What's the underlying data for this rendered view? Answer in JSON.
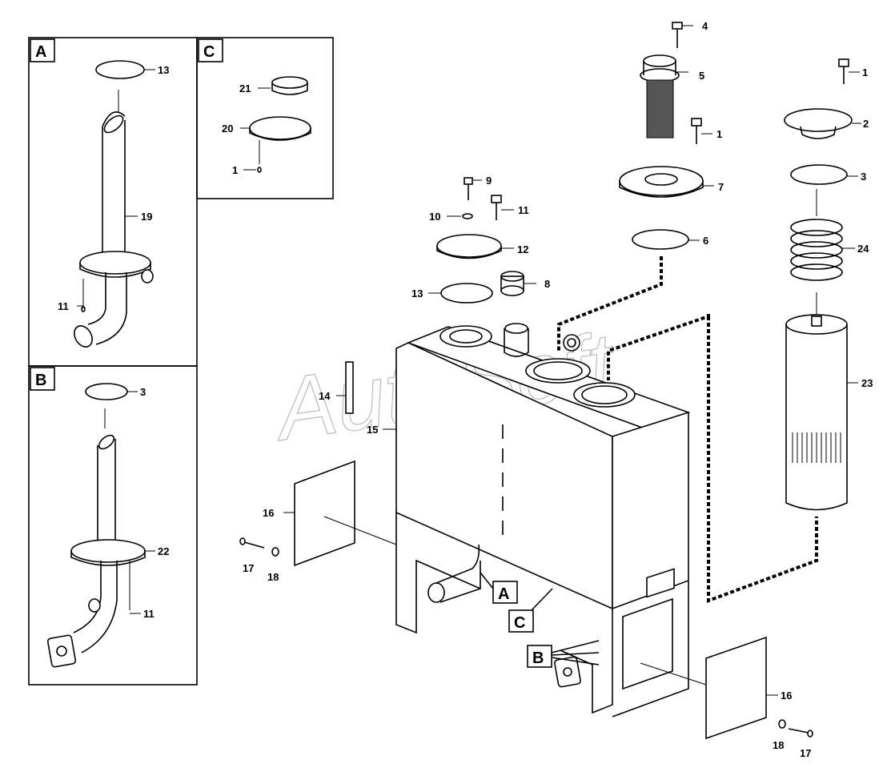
{
  "watermark": "AutoSoft",
  "insets": {
    "A": {
      "tag": "A"
    },
    "B": {
      "tag": "B"
    },
    "C": {
      "tag": "C"
    }
  },
  "view_tags": {
    "A": "A",
    "B": "B",
    "C": "C"
  },
  "callouts": {
    "c1_top": "1",
    "c2": "2",
    "c3": "3",
    "c4": "4",
    "c5": "5",
    "c1_mid": "1",
    "c7": "7",
    "c6": "6",
    "c9": "9",
    "c10": "10",
    "c11": "11",
    "c12": "12",
    "c13": "13",
    "c8": "8",
    "c14": "14",
    "c15": "15",
    "c16_left": "16",
    "c17_left": "17",
    "c18_left": "18",
    "c24": "24",
    "c23": "23",
    "c16_right": "16",
    "c18_right": "18",
    "c17_right": "17",
    "a13": "13",
    "a19": "19",
    "a11": "11",
    "b3": "3",
    "b22": "22",
    "b11": "11",
    "c21": "21",
    "c20": "20",
    "c1_inset": "1"
  }
}
